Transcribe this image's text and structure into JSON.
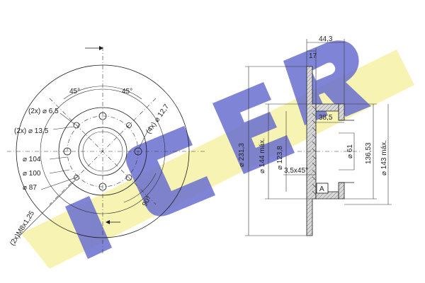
{
  "watermark": {
    "text": "ICER",
    "letter_color": "#6a6fd0",
    "band_color": "#f4f09a"
  },
  "colors": {
    "line": "#1a1a1a",
    "section_fill": "#d9d9d9",
    "hatch": "#666666"
  },
  "front_view": {
    "angle_left": "45°",
    "angle_right": "45°",
    "angle_bottom": "90°",
    "hole_small": "(2x) ⌀ 6,5",
    "hole_mid": "(2x) ⌀ 13,5",
    "bolt_holes": "(4x) ⌀ 12,7",
    "dia_104": "⌀ 104",
    "dia_100": "⌀ 100",
    "dia_87": "⌀ 87",
    "thread": "(2x)M8x1,25"
  },
  "section_view": {
    "width_total": "44,3",
    "width_hub": "17",
    "dia_outer": "⌀ 231,3",
    "dia_144": "⌀ 144 máx.",
    "dia_123": "⌀ 123,8",
    "depth": "38,5",
    "dia_61": "⌀ 61",
    "chamfer": "3,5x45°",
    "height_136": "136,53",
    "dia_143": "⌀ 143 máx.",
    "ref": "A"
  }
}
